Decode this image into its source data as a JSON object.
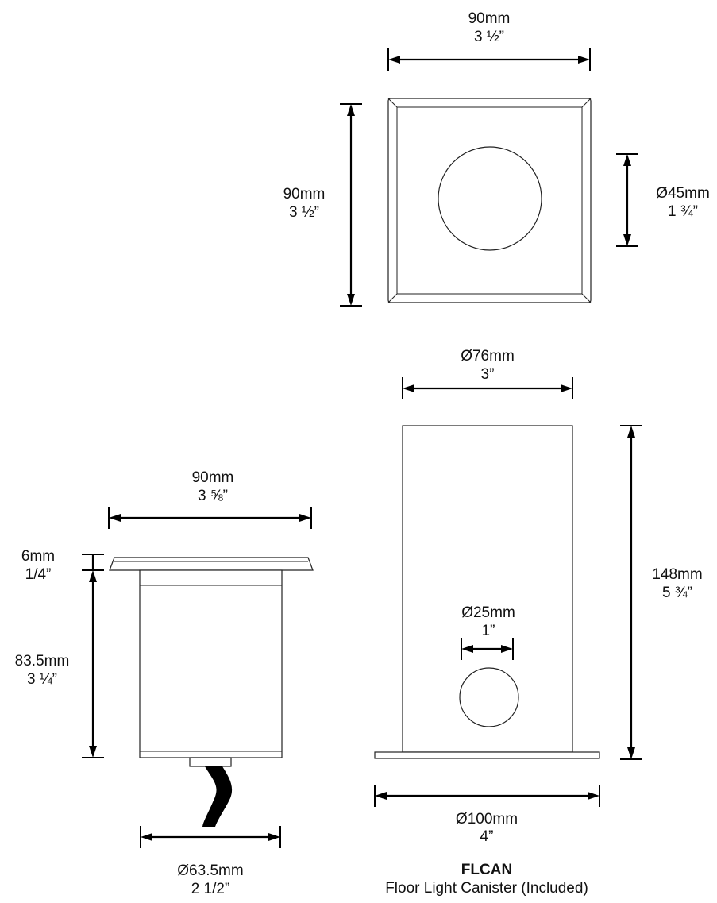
{
  "top_view": {
    "width_mm": "90mm",
    "width_in": "3 ½”",
    "height_mm": "90mm",
    "height_in": "3 ½”",
    "aperture_mm": "Ø45mm",
    "aperture_in": "1 ¾”"
  },
  "side_view": {
    "width_mm": "90mm",
    "width_in": "3 ⅝”",
    "flange_mm": "6mm",
    "flange_in": "1/4”",
    "body_mm": "83.5mm",
    "body_in": "3 ¼”",
    "diameter_mm": "Ø63.5mm",
    "diameter_in": "2 1/2”"
  },
  "canister": {
    "top_diameter_mm": "Ø76mm",
    "top_diameter_in": "3”",
    "height_mm": "148mm",
    "height_in": "5 ¾”",
    "port_mm": "Ø25mm",
    "port_in": "1”",
    "base_diameter_mm": "Ø100mm",
    "base_diameter_in": "4”",
    "title": "FLCAN",
    "subtitle": "Floor Light Canister (Included)"
  }
}
